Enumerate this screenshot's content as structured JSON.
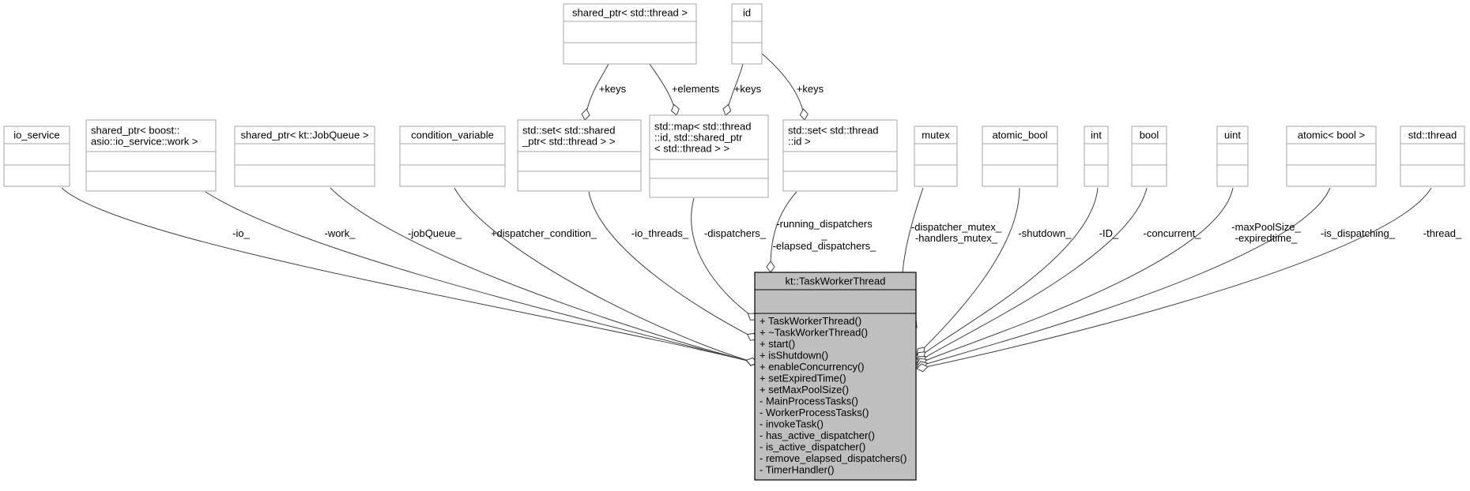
{
  "main_class": {
    "name": "kt::TaskWorkerThread",
    "methods": [
      "+ TaskWorkerThread()",
      "+ ~TaskWorkerThread()",
      "+ start()",
      "+ isShutdown()",
      "+ enableConcurrency()",
      "+ setExpiredTime()",
      "+ setMaxPoolSize()",
      "- MainProcessTasks()",
      "- WorkerProcessTasks()",
      "- invokeTask()",
      "- has_active_dispatcher()",
      "- is_active_dispatcher()",
      "- remove_elapsed_dispatchers()",
      "- TimerHandler()"
    ]
  },
  "top_classes": [
    {
      "id": "shared_ptr_thread",
      "lines": [
        "shared_ptr< std::thread >"
      ]
    },
    {
      "id": "thread_id",
      "lines": [
        "id"
      ]
    }
  ],
  "member_classes": [
    {
      "id": "io_service",
      "lines": [
        "io_service"
      ]
    },
    {
      "id": "shared_ptr_work",
      "lines": [
        "shared_ptr< boost::",
        "asio::io_service::work >"
      ]
    },
    {
      "id": "shared_ptr_jobqueue",
      "lines": [
        "shared_ptr< kt::JobQueue >"
      ]
    },
    {
      "id": "condition_variable",
      "lines": [
        "condition_variable"
      ]
    },
    {
      "id": "set_shared_ptr_thread",
      "lines": [
        "std::set< std::shared",
        "_ptr< std::thread > >"
      ]
    },
    {
      "id": "map_thread",
      "lines": [
        "std::map< std::thread",
        "::id, std::shared_ptr",
        "< std::thread > >"
      ]
    },
    {
      "id": "set_thread_id",
      "lines": [
        "std::set< std::thread",
        "::id >"
      ]
    },
    {
      "id": "mutex",
      "lines": [
        "mutex"
      ]
    },
    {
      "id": "atomic_bool",
      "lines": [
        "atomic_bool"
      ]
    },
    {
      "id": "int",
      "lines": [
        "int"
      ]
    },
    {
      "id": "bool",
      "lines": [
        "bool"
      ]
    },
    {
      "id": "uint",
      "lines": [
        "uint"
      ]
    },
    {
      "id": "atomic_bool_tpl",
      "lines": [
        "atomic< bool >"
      ]
    },
    {
      "id": "std_thread",
      "lines": [
        "std::thread"
      ]
    }
  ],
  "edges": [
    {
      "id": "io",
      "lines": [
        "-io_"
      ]
    },
    {
      "id": "work",
      "lines": [
        "-work_"
      ]
    },
    {
      "id": "jobqueue",
      "lines": [
        "-jobQueue_"
      ]
    },
    {
      "id": "dispatcher_condition",
      "lines": [
        "+dispatcher_condition_"
      ]
    },
    {
      "id": "io_threads",
      "lines": [
        "-io_threads_"
      ]
    },
    {
      "id": "dispatchers",
      "lines": [
        "-dispatchers_"
      ]
    },
    {
      "id": "running_elapsed",
      "lines": [
        "-running_dispatchers",
        "_",
        "-elapsed_dispatchers_"
      ]
    },
    {
      "id": "mutexes",
      "lines": [
        "-dispatcher_mutex_",
        "-handlers_mutex_"
      ]
    },
    {
      "id": "shutdown",
      "lines": [
        "-shutdown_"
      ]
    },
    {
      "id": "id",
      "lines": [
        "-ID_"
      ]
    },
    {
      "id": "concurrent",
      "lines": [
        "-concurrent_"
      ]
    },
    {
      "id": "maxpool_expired",
      "lines": [
        "-maxPoolSize_",
        "-expiredtime_"
      ]
    },
    {
      "id": "is_dispatching",
      "lines": [
        "-is_dispatching_"
      ]
    },
    {
      "id": "thread",
      "lines": [
        "-thread_"
      ]
    },
    {
      "id": "keys_set_shared",
      "lines": [
        "+keys"
      ]
    },
    {
      "id": "elements_map",
      "lines": [
        "+elements"
      ]
    },
    {
      "id": "keys_map",
      "lines": [
        "+keys"
      ]
    },
    {
      "id": "keys_set_id",
      "lines": [
        "+keys"
      ]
    }
  ],
  "colors": {
    "box_border": "#a6a6a6",
    "main_fill": "#bfbfbf",
    "main_border": "#000000",
    "edge_stroke": "#404040"
  }
}
